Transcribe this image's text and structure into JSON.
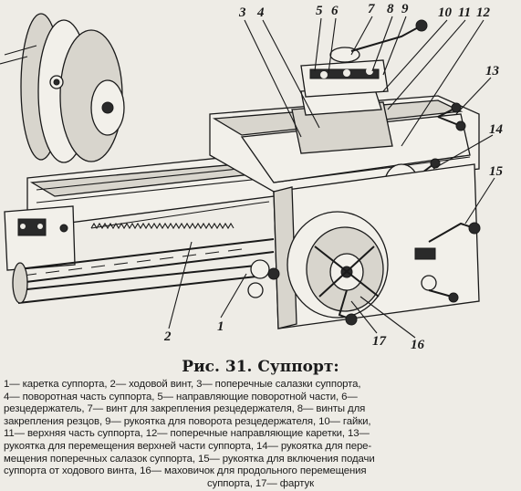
{
  "figure": {
    "callouts": [
      "1",
      "2",
      "3",
      "4",
      "5",
      "6",
      "7",
      "8",
      "9",
      "10",
      "11",
      "12",
      "13",
      "14",
      "15",
      "16",
      "17"
    ]
  },
  "caption": "Рис. 31. Суппорт:",
  "legend": [
    {
      "num": "1",
      "text": "— каретка суппорта, "
    },
    {
      "num": "2",
      "text": "— ходовой винт, "
    },
    {
      "num": "3",
      "text": "— поперечные салазки суппорта, "
    },
    {
      "num": "4",
      "text": "— поворотная часть суппорта, "
    },
    {
      "num": "5",
      "text": "— направляющие поворотной части, "
    },
    {
      "num": "6",
      "text": "— резцедержатель, "
    },
    {
      "num": "7",
      "text": "— винт для закрепления резцедержателя, "
    },
    {
      "num": "8",
      "text": "— винты для закрепления резцов, "
    },
    {
      "num": "9",
      "text": "— рукоятка для поворота резцедержателя, "
    },
    {
      "num": "10",
      "text": "— гайки, "
    },
    {
      "num": "11",
      "text": "— верхняя часть суппорта, "
    },
    {
      "num": "12",
      "text": "— поперечные направляющие каретки, "
    },
    {
      "num": "13",
      "text": "— рукоятка для перемещения верхней части суппорта, "
    },
    {
      "num": "14",
      "text": "— рукоятка для перемещения поперечных салазок суппорта, "
    },
    {
      "num": "15",
      "text": "— рукоятка для включения подачи суппорта от ходового винта, "
    },
    {
      "num": "16",
      "text": "— маховичок для продольного перемещения суппорта, "
    },
    {
      "num": "17",
      "text": "— фартук"
    }
  ],
  "legend_lines": [
    "1— каретка суппорта, 2— ходовой винт, 3— поперечные салазки суппорта,",
    "4— поворотная часть суппорта, 5— направляющие поворотной части, 6—",
    "резцедержатель, 7— винт для закрепления резцедержателя, 8— винты для",
    "закрепления резцов, 9— рукоятка для поворота резцедержателя, 10— гайки,",
    "11— верхняя часть суппорта, 12— поперечные направляющие каретки, 13—",
    "рукоятка для перемещения верхней части суппорта, 14— рукоятка для пере-",
    "мещения поперечных салазок суппорта, 15— рукоятка для включения подачи",
    "суппорта от ходового винта, 16— маховичок для продольного перемещения",
    "суппорта, 17— фартук"
  ]
}
